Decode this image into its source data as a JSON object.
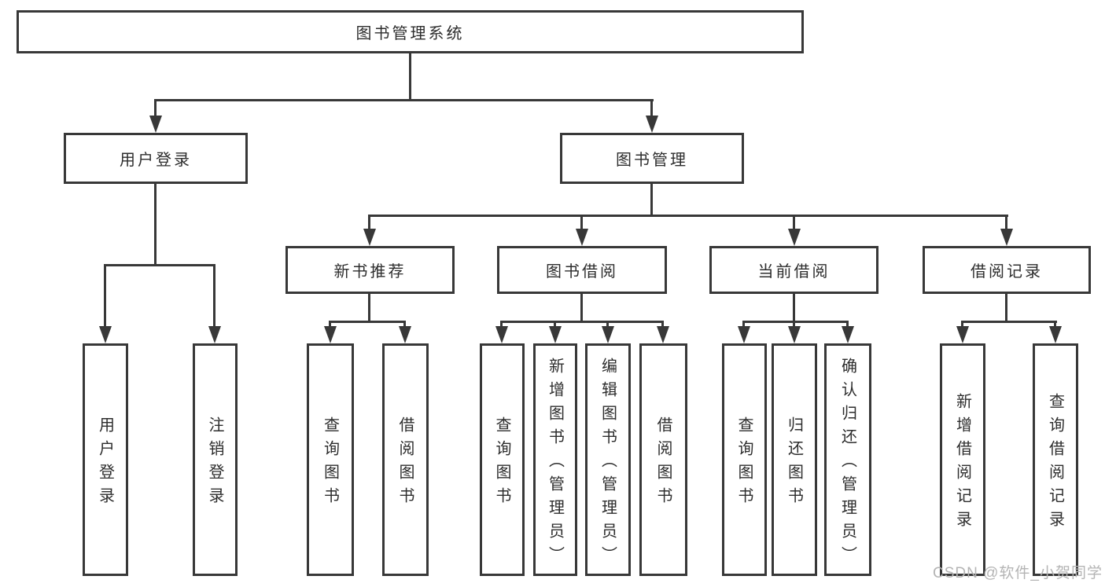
{
  "diagram": {
    "title": "图书管理系统",
    "root": {
      "label": "图书管理系统"
    },
    "level2": [
      {
        "id": "user-login",
        "label": "用户登录"
      },
      {
        "id": "book-management",
        "label": "图书管理"
      }
    ],
    "level3": [
      {
        "id": "new-book-recommend",
        "label": "新书推荐",
        "parent": "图书管理"
      },
      {
        "id": "book-borrow",
        "label": "图书借阅",
        "parent": "图书管理"
      },
      {
        "id": "current-borrow",
        "label": "当前借阅",
        "parent": "图书管理"
      },
      {
        "id": "borrow-records",
        "label": "借阅记录",
        "parent": "图书管理"
      }
    ],
    "leaves": [
      {
        "id": "leaf-user-login",
        "label": "用户登录",
        "parent": "用户登录"
      },
      {
        "id": "leaf-logout",
        "label": "注销登录",
        "parent": "用户登录"
      },
      {
        "id": "leaf-query-books-recommend",
        "label": "查询图书",
        "parent": "新书推荐"
      },
      {
        "id": "leaf-borrow-books-recommend",
        "label": "借阅图书",
        "parent": "新书推荐"
      },
      {
        "id": "leaf-query-books-borrow",
        "label": "查询图书",
        "parent": "图书借阅"
      },
      {
        "id": "leaf-add-books-admin",
        "label": "新增图书（管理员）",
        "parent": "图书借阅"
      },
      {
        "id": "leaf-edit-books-admin",
        "label": "编辑图书（管理员）",
        "parent": "图书借阅"
      },
      {
        "id": "leaf-borrow-books",
        "label": "借阅图书",
        "parent": "图书借阅"
      },
      {
        "id": "leaf-query-books-current",
        "label": "查询图书",
        "parent": "当前借阅"
      },
      {
        "id": "leaf-return-books",
        "label": "归还图书",
        "parent": "当前借阅"
      },
      {
        "id": "leaf-confirm-return-admin",
        "label": "确认归还（管理员）",
        "parent": "当前借阅"
      },
      {
        "id": "leaf-add-borrow-record",
        "label": "新增借阅记录",
        "parent": "借阅记录"
      },
      {
        "id": "leaf-query-borrow-record",
        "label": "查询借阅记录",
        "parent": "借阅记录"
      }
    ]
  },
  "watermark": {
    "text": "CSDN @软件_小贺同学"
  },
  "colors": {
    "line": "#383838",
    "text": "#2d2d2d",
    "background": "#ffffff",
    "watermark": "#b4b4b4"
  }
}
